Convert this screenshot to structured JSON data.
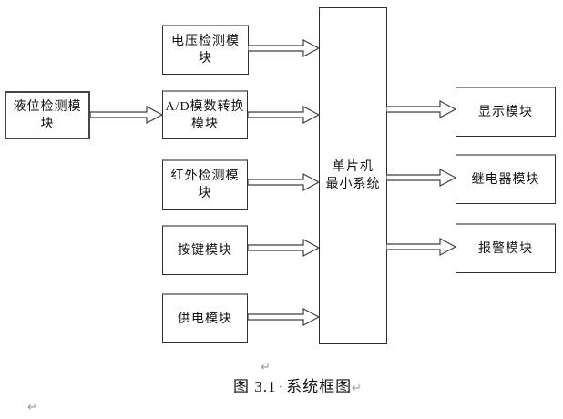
{
  "diagram": {
    "nodes": {
      "left": {
        "label": "液位检测模块"
      },
      "middle": [
        {
          "label": "电压检测模块"
        },
        {
          "label": "A/D模数转换模块"
        },
        {
          "label": "红外检测模块"
        },
        {
          "label": "按键模块"
        },
        {
          "label": "供电模块"
        }
      ],
      "center": {
        "label_line1": "单片机",
        "label_line2": "最小系统"
      },
      "right": [
        {
          "label": "显示模块"
        },
        {
          "label": "继电器模块"
        },
        {
          "label": "报警模块"
        }
      ]
    },
    "caption": {
      "figure_label": "图 3.1",
      "separator": "·",
      "title": "系统框图"
    },
    "marks": {
      "paragraph_mark": "↵"
    },
    "colors": {
      "background": "#ffffff",
      "box_border_dark": "#2f2f2f",
      "box_border_light": "#8f8f8f",
      "arrow_outline": "#3f3f3f",
      "text": "#111111",
      "formatting_mark": "#9a9a9a"
    }
  }
}
